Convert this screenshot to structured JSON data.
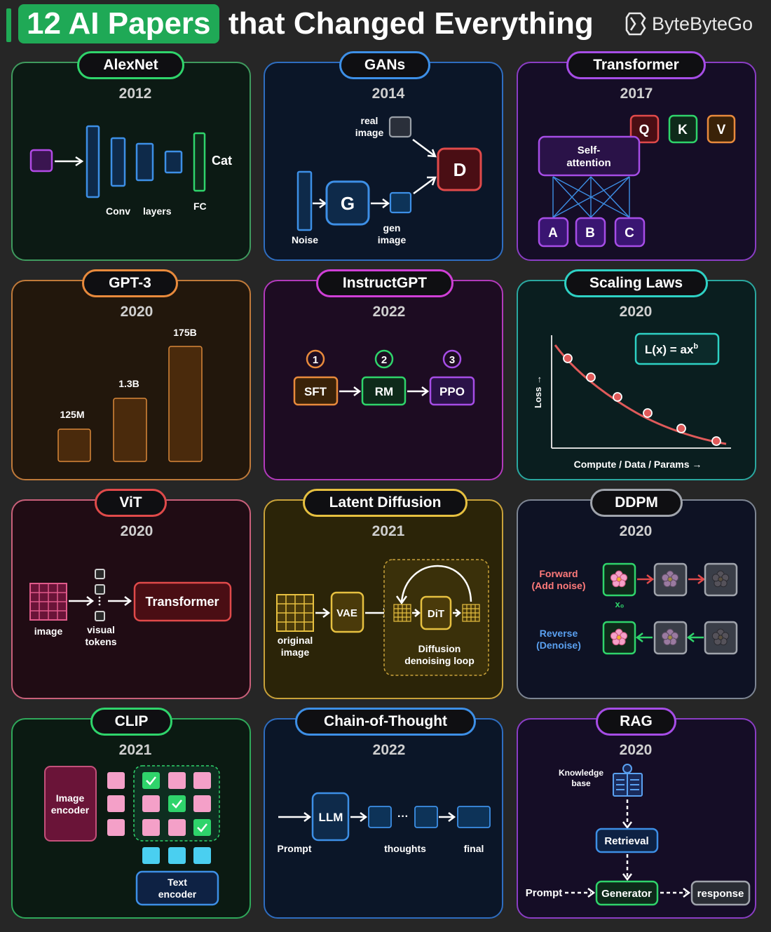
{
  "header": {
    "title_highlight": "12 AI Papers",
    "title_rest": "that Changed Everything",
    "brand": "ByteByteGo"
  },
  "alexnet": {
    "name": "AlexNet",
    "year": "2012",
    "conv": "Conv",
    "layers": "layers",
    "fc": "FC",
    "out": "Cat"
  },
  "gans": {
    "name": "GANs",
    "year": "2014",
    "real1": "real",
    "real2": "image",
    "d": "D",
    "g": "G",
    "noise": "Noise",
    "gen1": "gen",
    "gen2": "image"
  },
  "transformer": {
    "name": "Transformer",
    "year": "2017",
    "q": "Q",
    "k": "K",
    "v": "V",
    "self1": "Self-",
    "self2": "attention",
    "a": "A",
    "b": "B",
    "c": "C"
  },
  "gpt3": {
    "name": "GPT-3",
    "year": "2020",
    "bars": [
      {
        "label": "125M"
      },
      {
        "label": "1.3B"
      },
      {
        "label": "175B"
      }
    ]
  },
  "instructgpt": {
    "name": "InstructGPT",
    "year": "2022",
    "steps": [
      {
        "num": "1",
        "label": "SFT"
      },
      {
        "num": "2",
        "label": "RM"
      },
      {
        "num": "3",
        "label": "PPO"
      }
    ]
  },
  "scaling": {
    "name": "Scaling Laws",
    "year": "2020",
    "formula": "L(x) = ax",
    "formula_sup": "b",
    "ylabel": "Loss →",
    "xlabel": "Compute / Data / Params →"
  },
  "vit": {
    "name": "ViT",
    "year": "2020",
    "image": "image",
    "tokens1": "visual",
    "tokens2": "tokens",
    "transformer": "Transformer"
  },
  "latent": {
    "name": "Latent Diffusion",
    "year": "2021",
    "orig1": "original",
    "orig2": "image",
    "vae": "VAE",
    "dit": "DiT",
    "loop1": "Diffusion",
    "loop2": "denoising loop"
  },
  "ddpm": {
    "name": "DDPM",
    "year": "2020",
    "fwd1": "Forward",
    "fwd2": "(Add noise)",
    "x0": "x₀",
    "rev1": "Reverse",
    "rev2": "(Denoise)"
  },
  "clip": {
    "name": "CLIP",
    "year": "2021",
    "img1": "Image",
    "img2": "encoder",
    "txt1": "Text",
    "txt2": "encoder"
  },
  "cot": {
    "name": "Chain-of-Thought",
    "year": "2022",
    "llm": "LLM",
    "dots": "···",
    "prompt": "Prompt",
    "thoughts": "thoughts",
    "final": "final"
  },
  "rag": {
    "name": "RAG",
    "year": "2020",
    "kb1": "Knowledge",
    "kb2": "base",
    "retrieval": "Retrieval",
    "generator": "Generator",
    "prompt": "Prompt",
    "response": "response"
  },
  "colors": {
    "green": "#2fd46b",
    "blue": "#3d8fe6",
    "purple": "#a64de6",
    "orange": "#e88a3c",
    "magenta": "#cf3fd6",
    "cyan": "#2ed1c4",
    "red": "#e04a4a",
    "yellow": "#e6c040",
    "gray": "#a0a4ac"
  }
}
